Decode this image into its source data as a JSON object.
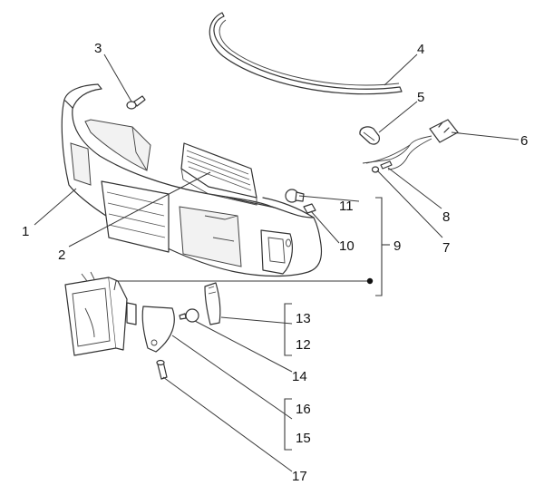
{
  "callouts": {
    "n1": "1",
    "n2": "2",
    "n3": "3",
    "n4": "4",
    "n5": "5",
    "n6": "6",
    "n7": "7",
    "n8": "8",
    "n9": "9",
    "n10": "10",
    "n11": "11",
    "n12": "12",
    "n13": "13",
    "n14": "14",
    "n15": "15",
    "n16": "16",
    "n17": "17"
  },
  "colors": {
    "line": "#333333",
    "background": "#ffffff",
    "text": "#111111"
  }
}
